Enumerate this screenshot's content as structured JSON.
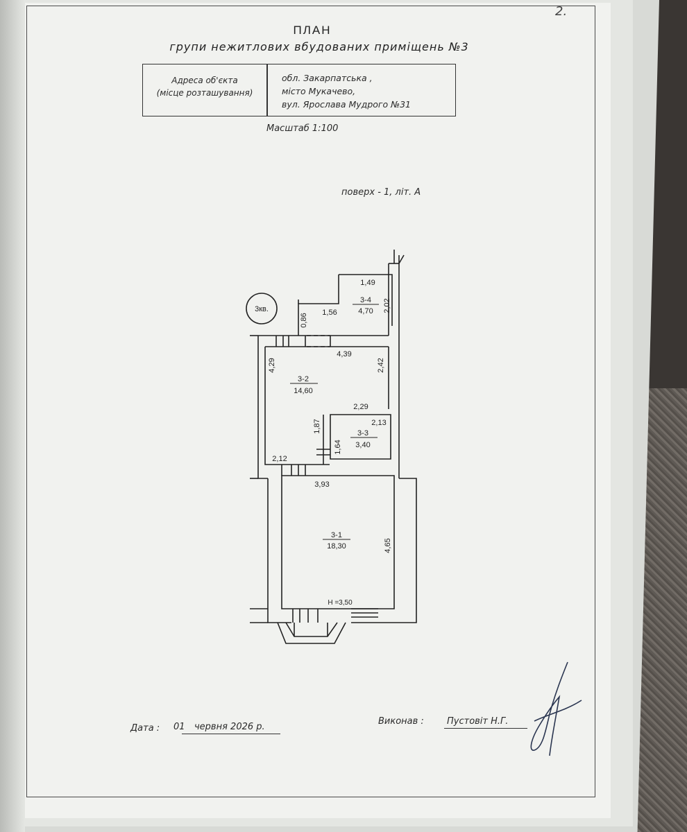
{
  "page_corner_number": "2.",
  "title": "ПЛАН",
  "subtitle": "групи нежитлових вбудованих приміщень №3",
  "address_label": [
    "Адреса об'єкта",
    "(місце розташування)"
  ],
  "address_value": [
    "обл. Закарпатська ,",
    "місто Мукачево,",
    "вул. Ярослава Мудрого №31"
  ],
  "scale": "Масштаб 1:100",
  "floor": "поверх - 1, літ. А",
  "apartment_mark": "3кв.",
  "rooms": [
    {
      "id": "3-4",
      "area": "4,70"
    },
    {
      "id": "3-2",
      "area": "14,60"
    },
    {
      "id": "3-3",
      "area": "3,40"
    },
    {
      "id": "3-1",
      "area": "18,30"
    }
  ],
  "dimensions": [
    "1,49",
    "2,02",
    "1,56",
    "0,86",
    "4,39",
    "4,29",
    "2,42",
    "2,29",
    "1,87",
    "2,13",
    "1,64",
    "2,12",
    "3,93",
    "4,65"
  ],
  "height_mark": "H =3,50",
  "footer": {
    "date_label": "Дата :",
    "date_day": "01",
    "date_month_year": "червня 2026 р.",
    "performer_label": "Виконав :",
    "performer_name": "Пустовіт Н.Г."
  }
}
